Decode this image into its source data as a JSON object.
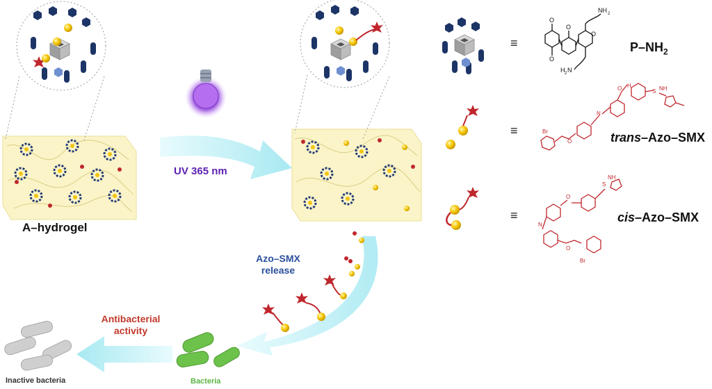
{
  "labels": {
    "hydrogel": "A–hydrogel",
    "uv": "UV 365 nm",
    "release": "Azo–SMX release",
    "release_line1": "Azo–SMX",
    "release_line2": "release",
    "antibacterial_line1": "Antibacterial",
    "antibacterial_line2": "activity",
    "inactive_bacteria": "Inactive bacteria",
    "bacteria": "Bacteria"
  },
  "legend": {
    "equiv_symbol": "≡",
    "p_nh2_main": "P–NH",
    "p_nh2_sub": "2",
    "trans_prefix": "trans",
    "trans_suffix": "–Azo–SMX",
    "cis_prefix": "cis",
    "cis_suffix": "–Azo–SMX"
  },
  "structure_text": {
    "nh2": "NH",
    "nh2_sub": "2",
    "h2n": "H",
    "h2n_sub": "2",
    "h2n_n": "N",
    "br": "Br",
    "o": "O",
    "n": "N",
    "nh": "NH",
    "h": "H",
    "s": "S"
  },
  "colors": {
    "azo_red": "#c0272d",
    "hydrogel_yellow": "#fbf4c8",
    "arrow_cyan": "#bfeff5",
    "uv_purple": "#5b1fb0",
    "release_blue": "#2a4f9c",
    "bacteria_green": "#6cc24a",
    "inactive_gray": "#c8c8c8",
    "pillar_navy": "#1d3466"
  },
  "icons": [
    "light-bulb-icon",
    "pillararene-icon",
    "azo-smx-icon",
    "bacteria-icon",
    "inactive-bacteria-icon",
    "flow-arrow-icon"
  ]
}
